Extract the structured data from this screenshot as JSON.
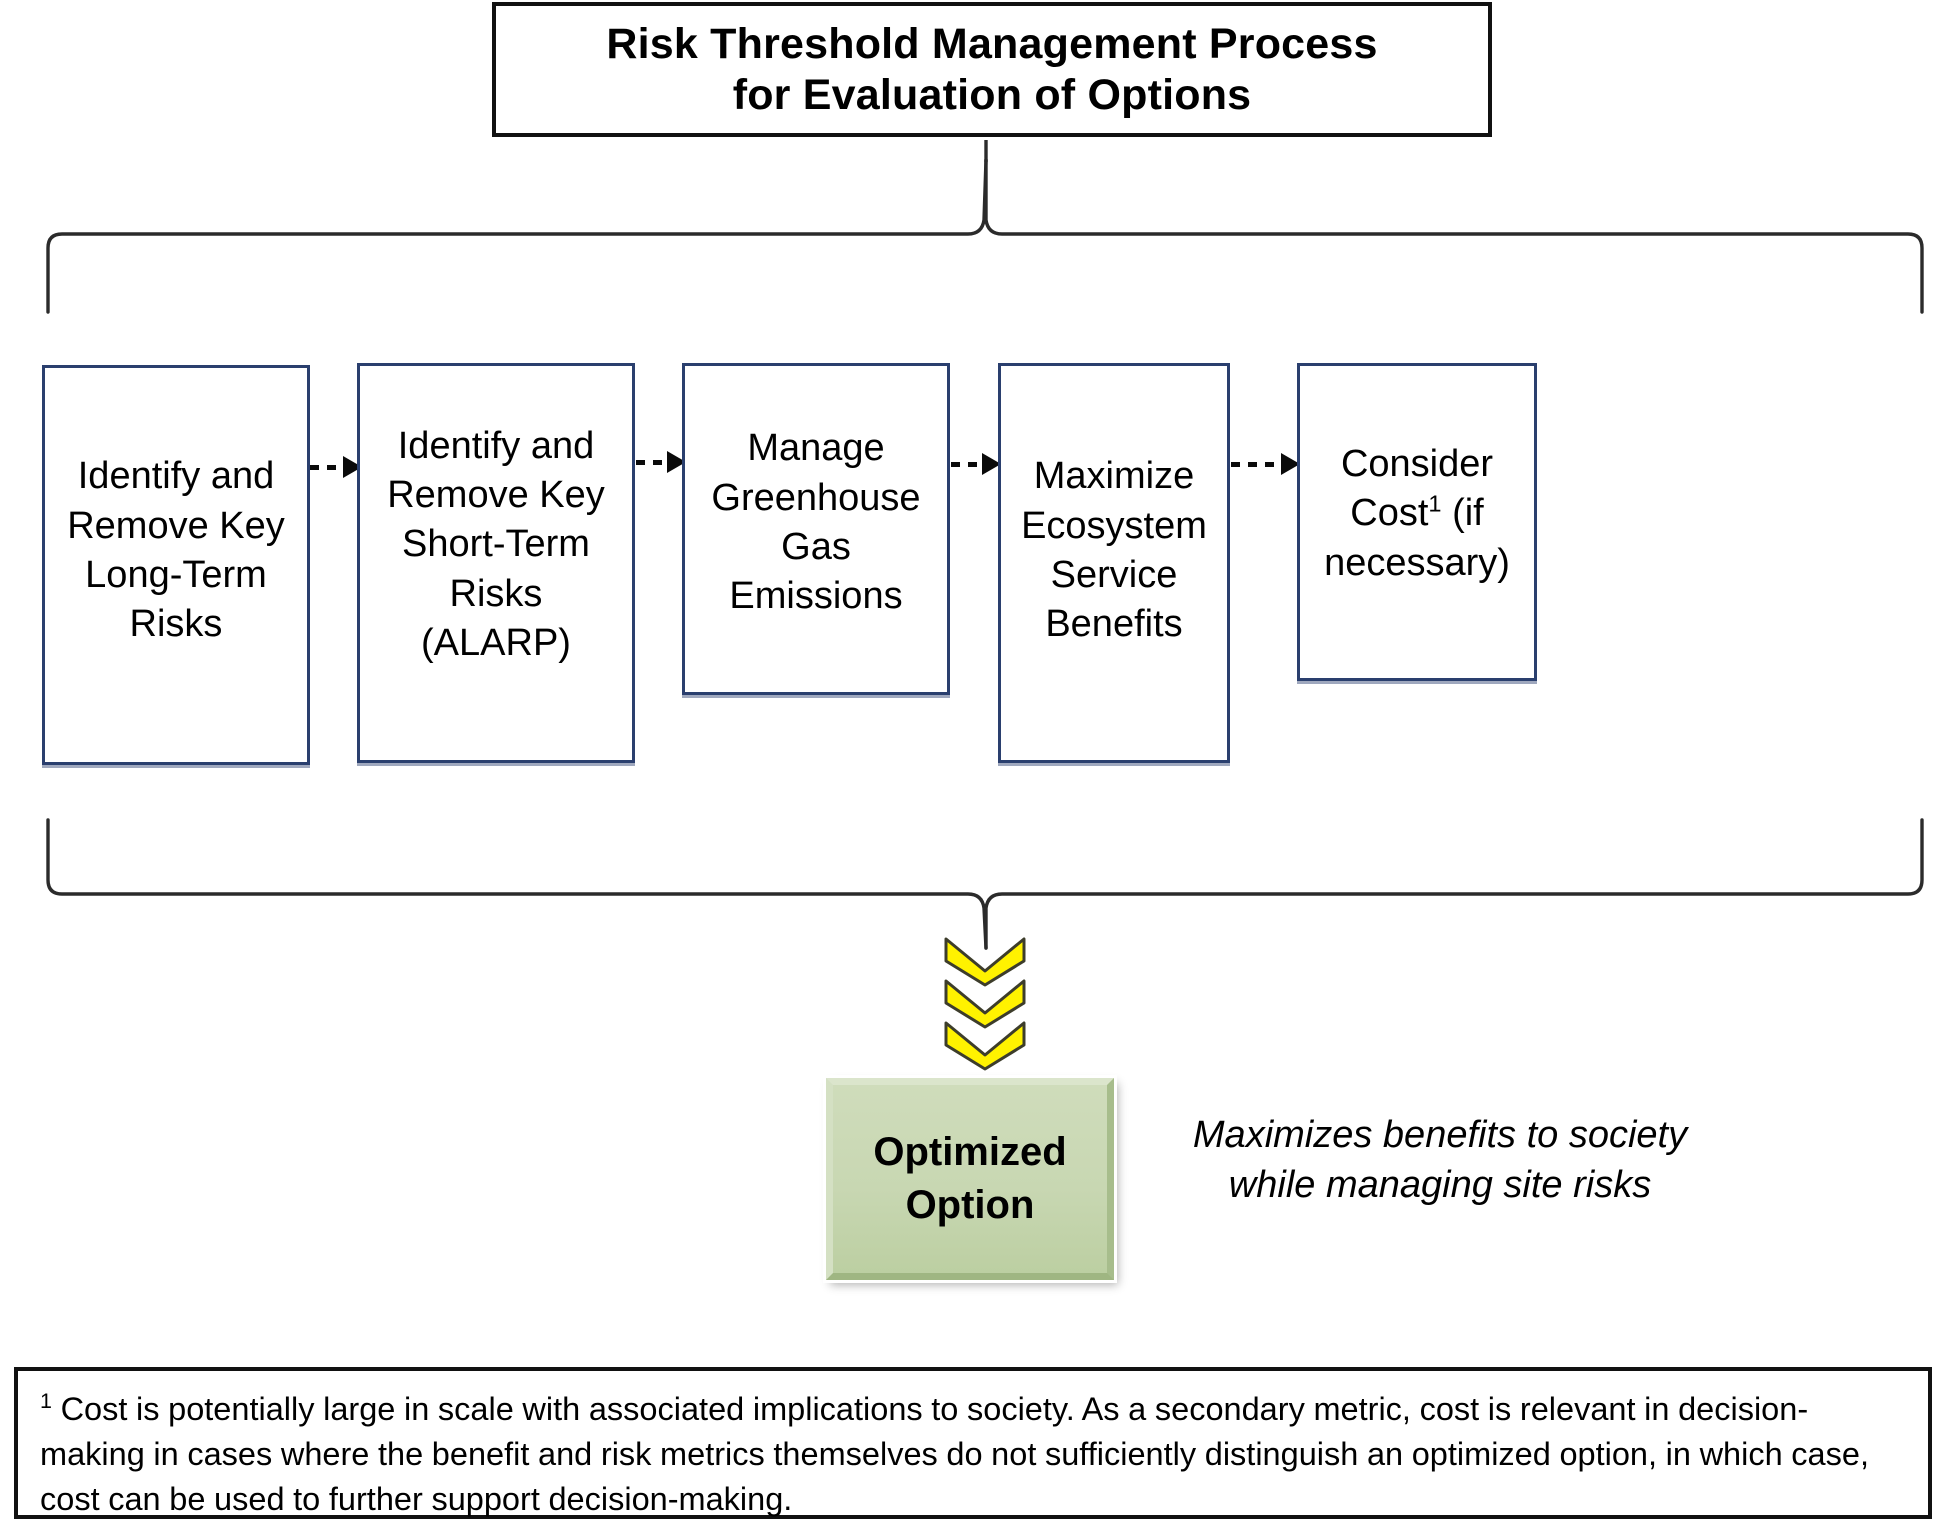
{
  "title": {
    "line1": "Risk Threshold Management Process",
    "line2": "for Evaluation of Options"
  },
  "process_steps": [
    {
      "id": "identify-remove-long-term-risks",
      "lines": [
        "Identify and",
        "Remove Key",
        "Long-Term",
        "Risks"
      ]
    },
    {
      "id": "identify-remove-short-term-risks",
      "lines": [
        "Identify and",
        "Remove Key",
        "Short-Term",
        "Risks",
        "(ALARP)"
      ]
    },
    {
      "id": "manage-greenhouse-gas-emissions",
      "lines": [
        "Manage",
        "Greenhouse",
        "Gas",
        "Emissions"
      ]
    },
    {
      "id": "maximize-ecosystem-service-benefits",
      "lines": [
        "Maximize",
        "Ecosystem",
        "Service",
        "Benefits"
      ]
    },
    {
      "id": "consider-cost",
      "lines": [
        "Consider",
        "Cost|1| (if",
        "necessary)"
      ],
      "footnote_marker": "1"
    }
  ],
  "outcome": {
    "box_line1": "Optimized",
    "box_line2": "Option",
    "caption_line1": "Maximizes benefits to society",
    "caption_line2": "while managing site risks"
  },
  "footnote": {
    "marker": "1",
    "text": "Cost is potentially large in scale with associated implications to society. As a secondary metric, cost is relevant in decision-making in cases where the benefit and risk metrics themselves do not sufficiently distinguish an optimized option, in which case, cost can be used to further support decision-making."
  },
  "colors": {
    "title_border": "#111111",
    "process_box_border": "#2a3f6e",
    "connector": "#0a0a0a",
    "chevron_fill": "#FFF200",
    "chevron_stroke": "#3d3d2b",
    "outcome_fill": "#c8d7b2",
    "brace": "#2b2b2b",
    "footnote_border": "#111111"
  },
  "icons": {
    "connector": "dotted-arrow-right-icon",
    "flow_down": "chevron-down-icon",
    "group_top": "curly-brace-up-icon",
    "group_bottom": "curly-brace-down-icon"
  }
}
